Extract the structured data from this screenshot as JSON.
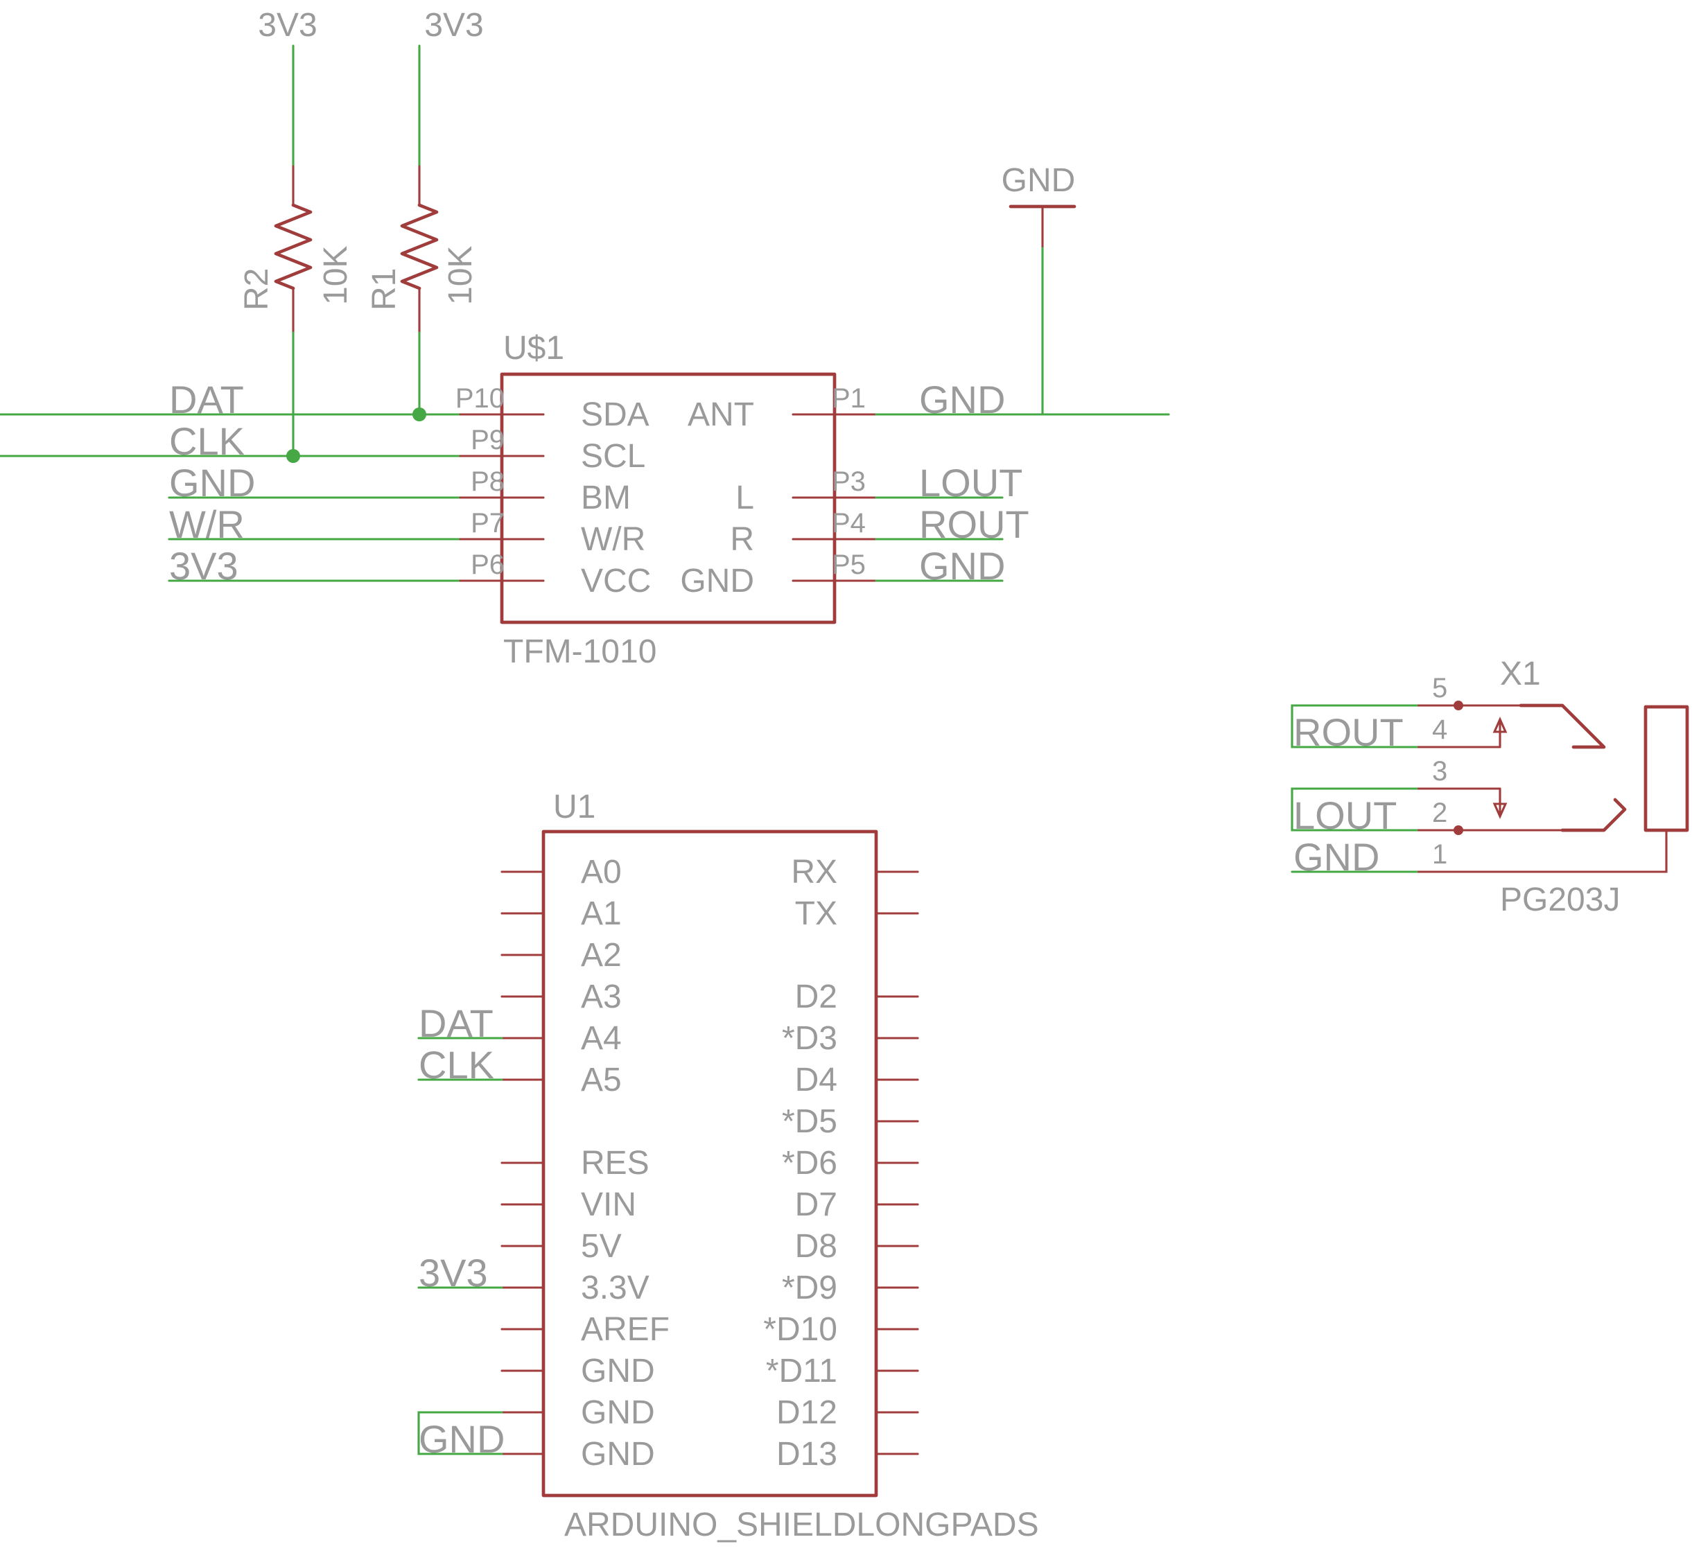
{
  "colors": {
    "net": "#45a845",
    "part": "#a03c3c",
    "text": "#9a9a9a",
    "background": "#ffffff"
  },
  "labels": {
    "r2": {
      "name": "R2",
      "value": "10K",
      "supply": "3V3"
    },
    "r1": {
      "name": "R1",
      "value": "10K",
      "supply": "3V3"
    },
    "gnd_symbol": "GND",
    "tfm": {
      "designator": "U$1",
      "value": "TFM-1010",
      "left_pins": [
        "P10",
        "P9",
        "P8",
        "P7",
        "P6"
      ],
      "left_functions": [
        "SDA",
        "SCL",
        "BM",
        "W/R",
        "VCC"
      ],
      "right_pins": [
        "P1",
        "P3",
        "P4",
        "P5"
      ],
      "right_functions": [
        "ANT",
        "L",
        "R",
        "GND"
      ],
      "left_nets": [
        "DAT",
        "CLK",
        "GND",
        "W/R",
        "3V3"
      ],
      "right_nets": [
        "GND",
        "LOUT",
        "ROUT",
        "GND"
      ]
    },
    "arduino": {
      "designator": "U1",
      "value": "ARDUINO_SHIELDLONGPADS",
      "left_pins": [
        "A0",
        "A1",
        "A2",
        "A3",
        "A4",
        "A5",
        "RES",
        "VIN",
        "5V",
        "3.3V",
        "AREF",
        "GND",
        "GND",
        "GND"
      ],
      "right_pins": [
        "RX",
        "TX",
        "D2",
        "*D3",
        "D4",
        "*D5",
        "*D6",
        "D7",
        "D8",
        "*D9",
        "*D10",
        "*D11",
        "D12",
        "D13"
      ],
      "nets": {
        "a4": "DAT",
        "a5": "CLK",
        "v33": "3V3",
        "gnd": "GND"
      }
    },
    "jack": {
      "designator": "X1",
      "value": "PG203J",
      "pin_numbers": [
        "5",
        "4",
        "3",
        "2",
        "1"
      ],
      "nets": [
        "ROUT",
        "LOUT",
        "GND"
      ]
    }
  }
}
